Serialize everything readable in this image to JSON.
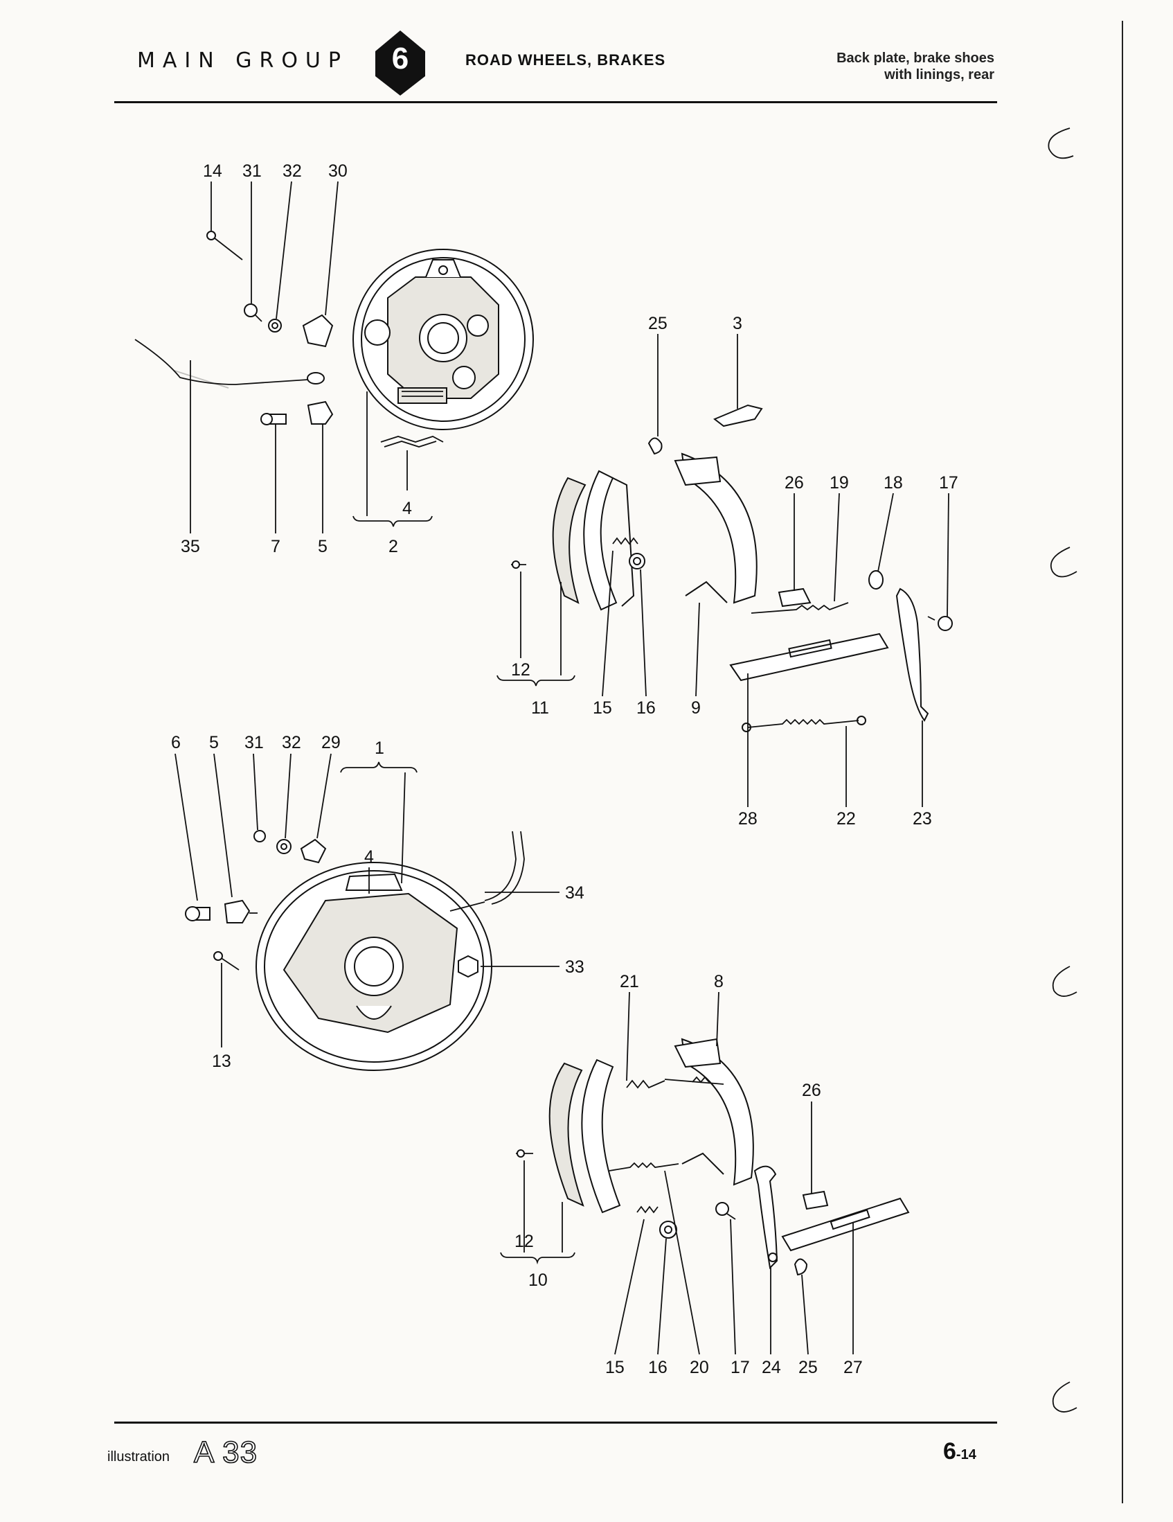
{
  "header": {
    "main_group": "MAIN GROUP",
    "group_number": "6",
    "section_title": "ROAD WHEELS, BRAKES",
    "description_line1": "Back plate, brake shoes",
    "description_line2": "with linings, rear"
  },
  "footer": {
    "illustration_label": "illustration",
    "illustration_code": "A 33",
    "page_number": "6",
    "page_suffix": "-14"
  },
  "part_numbers": {
    "p14_a": "14",
    "p31_a": "31",
    "p32_a": "32",
    "p30": "30",
    "p35": "35",
    "p7": "7",
    "p5_a": "5",
    "p4_a": "4",
    "p2": "2",
    "p25_a": "25",
    "p3": "3",
    "p26_a": "26",
    "p19": "19",
    "p18": "18",
    "p17_a": "17",
    "p12_a": "12",
    "p11": "11",
    "p15_a": "15",
    "p16_a": "16",
    "p9": "9",
    "p28": "28",
    "p22": "22",
    "p23": "23",
    "p6": "6",
    "p5_b": "5",
    "p31_b": "31",
    "p32_b": "32",
    "p29": "29",
    "p1": "1",
    "p4_b": "4",
    "p34": "34",
    "p33": "33",
    "p13": "13",
    "p21": "21",
    "p8": "8",
    "p26_b": "26",
    "p12_b": "12",
    "p10": "10",
    "p15_b": "15",
    "p16_b": "16",
    "p20": "20",
    "p17_b": "17",
    "p24": "24",
    "p25_b": "25",
    "p27": "27"
  }
}
